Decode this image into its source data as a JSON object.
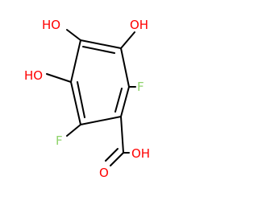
{
  "structure": {
    "colors": {
      "bond": "#000000",
      "oxygen": "#ff0000",
      "fluorine": "#8fd36b"
    },
    "atom_labels": {
      "oh_top_left": "HO",
      "oh_top_right": "OH",
      "oh_left": "HO",
      "f_right": "F",
      "f_left": "F",
      "carbonyl_o": "O",
      "acid_oh": "OH"
    }
  }
}
